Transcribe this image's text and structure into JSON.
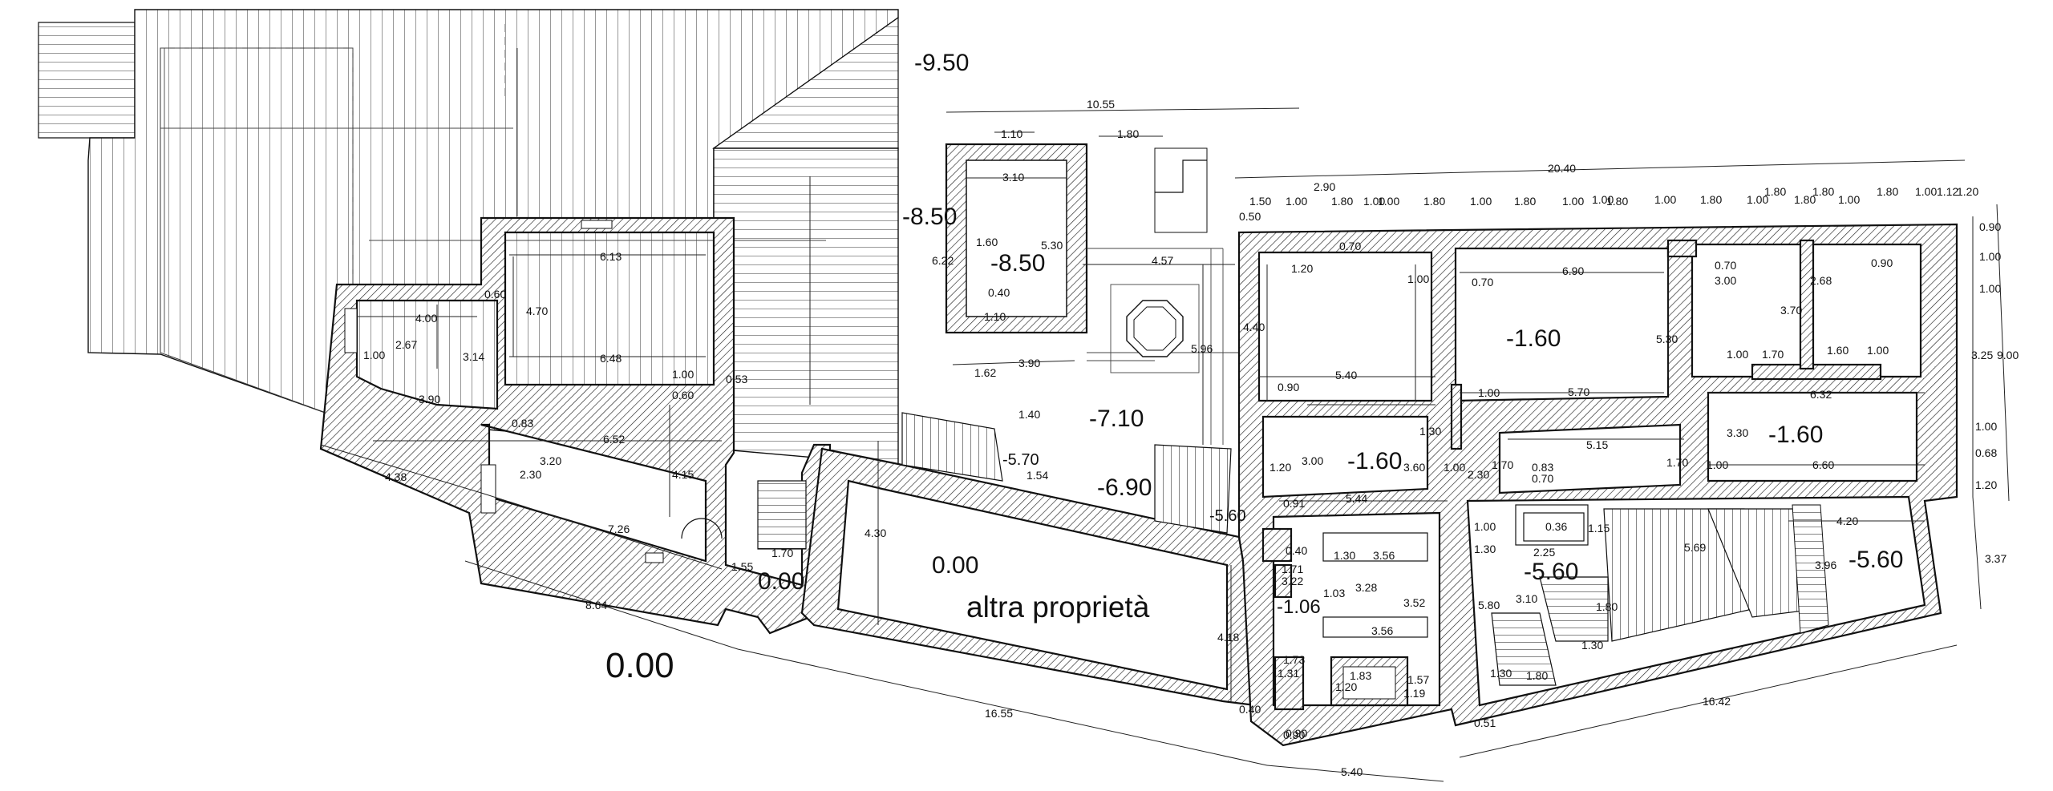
{
  "plan": {
    "levels": {
      "l_950": "-9.50",
      "l_850a": "-8.50",
      "l_850b": "-8.50",
      "l_710": "-7.10",
      "l_690": "-6.90",
      "l_570": "-5.70",
      "l_560a": "-5.60",
      "l_560b": "-5.60",
      "l_560c": "-5.60",
      "l_160a": "-1.60",
      "l_160b": "-1.60",
      "l_160c": "-1.60",
      "l_106": "-1.06",
      "l_000a": "0.00",
      "l_000b": "0.00",
      "l_000c": "0.00"
    },
    "owner_label": "altra proprietà",
    "dimensions": {
      "d_1055": "10.55",
      "d_2040": "20.40",
      "d_110a": "1.10",
      "d_180top": "1.80",
      "d_310": "3.10",
      "d_160": "1.60",
      "d_530a": "5.30",
      "d_040": "0.40",
      "d_110b": "1.10",
      "d_622": "6.22",
      "d_390a": "3.90",
      "d_162": "1.62",
      "d_457": "4.57",
      "d_596": "5.96",
      "d_140": "1.40",
      "d_154": "1.54",
      "d_613": "6.13",
      "d_470": "4.70",
      "d_648": "6.48",
      "d_060a": "0.60",
      "d_100a": "1.00",
      "d_060b": "0.60",
      "d_053": "0.53",
      "d_400": "4.00",
      "d_267": "2.67",
      "d_314": "3.14",
      "d_100b": "1.00",
      "d_390b": "3.90",
      "d_083a": "0.83",
      "d_652": "6.52",
      "d_230a": "2.30",
      "d_320": "3.20",
      "d_415": "4.15",
      "d_438": "4.38",
      "d_726": "7.26",
      "d_155": "1.55",
      "d_170a": "1.70",
      "d_430": "4.30",
      "d_864": "8.64",
      "d_1655": "16.55",
      "d_418": "4.18",
      "d_040b": "0.40",
      "d_090a": "0.90",
      "d_540a": "5.40",
      "d_150": "1.50",
      "d_100c": "1.00",
      "d_290": "2.90",
      "d_050": "0.50",
      "d_120a": "1.20",
      "d_070a": "0.70",
      "d_440": "4.40",
      "d_540b": "5.40",
      "d_090b": "0.90",
      "d_100d": "1.00",
      "d_070b": "0.70",
      "d_690": "6.90",
      "d_530b": "5.30",
      "d_100e": "1.00",
      "d_570": "5.70",
      "d_130a": "1.30",
      "d_120b": "1.20",
      "d_300a": "3.00",
      "d_360a": "3.60",
      "d_100f": "1.00",
      "d_230b": "2.30",
      "d_170b": "1.70",
      "d_544": "5.44",
      "d_091": "0.91",
      "d_040c": "0.40",
      "d_171": "1.71",
      "d_322": "3.22",
      "d_130b": "1.30",
      "d_356a": "3.56",
      "d_103": "1.03",
      "d_328": "3.28",
      "d_352": "3.52",
      "d_356b": "3.56",
      "d_173": "1.73",
      "d_131": "1.31",
      "d_183": "1.83",
      "d_157": "1.57",
      "d_120c": "1.20",
      "d_119": "1.19",
      "d_090c": "0.90",
      "d_100g": "1.00",
      "d_130c": "1.30",
      "d_580": "5.80",
      "d_083b": "0.83",
      "d_070c": "0.70",
      "d_036": "0.36",
      "d_225": "2.25",
      "d_115": "1.15",
      "d_310b": "3.10",
      "d_180b": "1.80",
      "d_130d": "1.30",
      "d_130e": "1.30",
      "d_180c": "1.80",
      "d_051": "0.51",
      "d_515": "5.15",
      "d_170c": "1.70",
      "d_569": "5.69",
      "d_1642": "16.42",
      "d_070d": "0.70",
      "d_300b": "3.00",
      "d_268": "2.68",
      "d_090d": "0.90",
      "d_370": "3.70",
      "d_100h": "1.00",
      "d_170d": "1.70",
      "d_160b": "1.60",
      "d_100i": "1.00",
      "d_632": "6.32",
      "d_330": "3.30",
      "d_100j": "1.00",
      "d_660": "6.60",
      "d_420": "4.20",
      "d_396": "3.96",
      "d_090e": "0.90",
      "d_100k": "1.00",
      "d_100l": "1.00",
      "d_325": "3.25",
      "d_900": "9.00",
      "d_100m": "1.00",
      "d_068": "0.68",
      "d_120d": "1.20",
      "d_337": "3.37",
      "t_180a": "1.80",
      "t_100a": "1.00",
      "t_180b": "1.80",
      "t_100b": "1.00",
      "t_180c": "1.80",
      "t_100c": "1.00",
      "t_180d": "1.80",
      "t_100d": "1.00",
      "t_180e": "1.80",
      "t_100e": "1.00",
      "t_180f": "1.80",
      "t_100f": "1.00",
      "t_180g": "1.80",
      "t_100g": "1.00",
      "t_180h": "1.80",
      "t_100h": "1.00",
      "t_112": "1.12",
      "t_120": "1.20",
      "t_100i": "1.00",
      "t_180i": "1.80"
    }
  }
}
